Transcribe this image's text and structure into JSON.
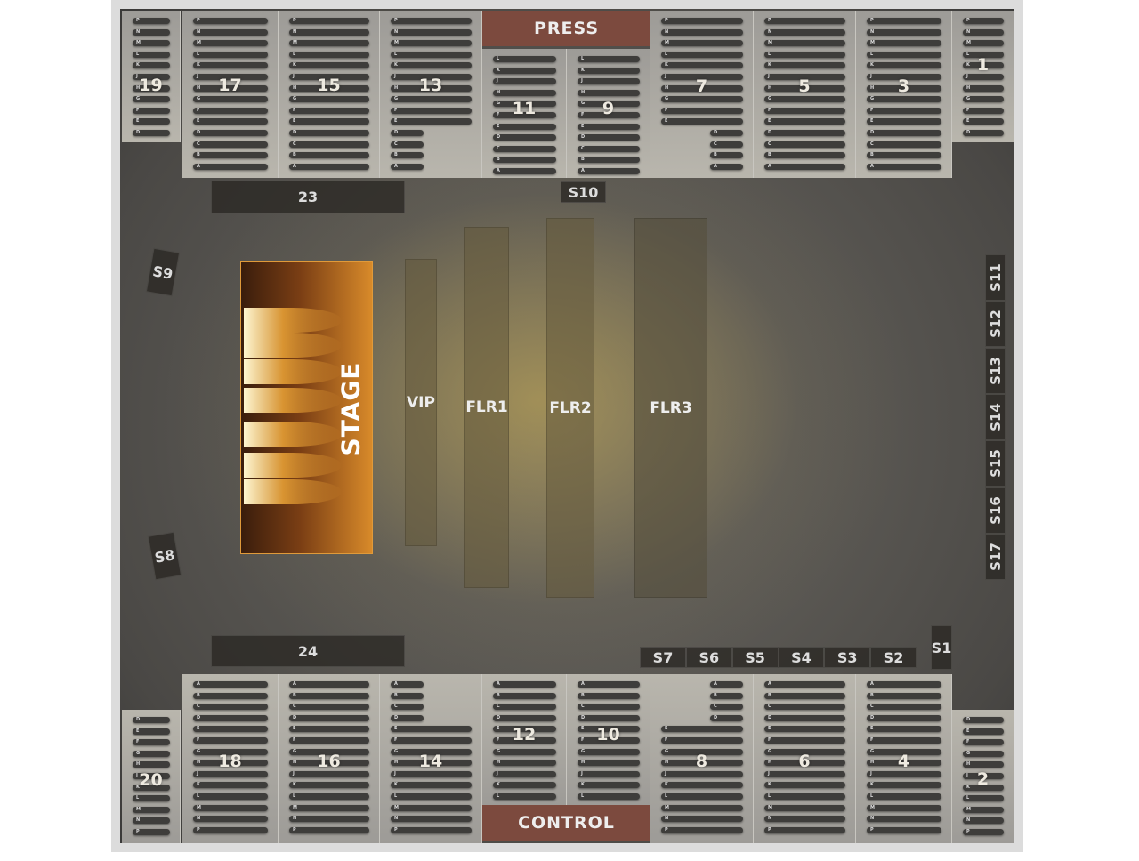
{
  "sections_top": [
    {
      "id": "19",
      "rows": [
        "P",
        "N",
        "M",
        "L",
        "K",
        "J",
        "H",
        "G",
        "F",
        "E",
        "D"
      ]
    },
    {
      "id": "17",
      "rows": [
        "P",
        "N",
        "M",
        "L",
        "K",
        "J",
        "H",
        "G",
        "F",
        "E",
        "D",
        "C",
        "B",
        "A"
      ]
    },
    {
      "id": "15",
      "rows": [
        "P",
        "N",
        "M",
        "L",
        "K",
        "J",
        "H",
        "G",
        "F",
        "E",
        "D",
        "C",
        "B",
        "A"
      ]
    },
    {
      "id": "13",
      "rows": [
        "P",
        "N",
        "M",
        "L",
        "K",
        "J",
        "H",
        "G",
        "F",
        "E",
        "D",
        "C",
        "B",
        "A"
      ]
    },
    {
      "id": "11",
      "rows": [
        "L",
        "K",
        "J",
        "H",
        "G",
        "F",
        "E",
        "D",
        "C",
        "B",
        "A"
      ]
    },
    {
      "id": "9",
      "rows": [
        "L",
        "K",
        "J",
        "H",
        "G",
        "F",
        "E",
        "D",
        "C",
        "B",
        "A"
      ]
    },
    {
      "id": "7",
      "rows": [
        "P",
        "N",
        "M",
        "L",
        "K",
        "J",
        "H",
        "G",
        "F",
        "E",
        "D",
        "C",
        "B",
        "A"
      ]
    },
    {
      "id": "5",
      "rows": [
        "P",
        "N",
        "M",
        "L",
        "K",
        "J",
        "H",
        "G",
        "F",
        "E",
        "D",
        "C",
        "B",
        "A"
      ]
    },
    {
      "id": "3",
      "rows": [
        "P",
        "N",
        "M",
        "L",
        "K",
        "J",
        "H",
        "G",
        "F",
        "E",
        "D",
        "C",
        "B",
        "A"
      ]
    },
    {
      "id": "1",
      "rows": [
        "P",
        "N",
        "M",
        "L",
        "K",
        "J",
        "H",
        "G",
        "F",
        "E",
        "D"
      ]
    }
  ],
  "sections_bottom": [
    {
      "id": "20",
      "rows": [
        "D",
        "E",
        "F",
        "G",
        "H",
        "J",
        "K",
        "L",
        "M",
        "N",
        "P"
      ]
    },
    {
      "id": "18",
      "rows": [
        "A",
        "B",
        "C",
        "D",
        "E",
        "F",
        "G",
        "H",
        "J",
        "K",
        "L",
        "M",
        "N",
        "P"
      ]
    },
    {
      "id": "16",
      "rows": [
        "A",
        "B",
        "C",
        "D",
        "E",
        "F",
        "G",
        "H",
        "J",
        "K",
        "L",
        "M",
        "N",
        "P"
      ]
    },
    {
      "id": "14",
      "rows": [
        "A",
        "B",
        "C",
        "D",
        "E",
        "F",
        "G",
        "H",
        "J",
        "K",
        "L",
        "M",
        "N",
        "P"
      ]
    },
    {
      "id": "12",
      "rows": [
        "A",
        "B",
        "C",
        "D",
        "E",
        "F",
        "G",
        "H",
        "J",
        "K",
        "L"
      ]
    },
    {
      "id": "10",
      "rows": [
        "A",
        "B",
        "C",
        "D",
        "E",
        "F",
        "G",
        "H",
        "J",
        "K",
        "L"
      ]
    },
    {
      "id": "8",
      "rows": [
        "A",
        "B",
        "C",
        "D",
        "E",
        "F",
        "G",
        "H",
        "J",
        "K",
        "L",
        "M",
        "N",
        "P"
      ]
    },
    {
      "id": "6",
      "rows": [
        "A",
        "B",
        "C",
        "D",
        "E",
        "F",
        "G",
        "H",
        "J",
        "K",
        "L",
        "M",
        "N",
        "P"
      ]
    },
    {
      "id": "4",
      "rows": [
        "A",
        "B",
        "C",
        "D",
        "E",
        "F",
        "G",
        "H",
        "J",
        "K",
        "L",
        "M",
        "N",
        "P"
      ]
    },
    {
      "id": "2",
      "rows": [
        "D",
        "E",
        "F",
        "G",
        "H",
        "J",
        "K",
        "L",
        "M",
        "N",
        "P"
      ]
    }
  ],
  "press": "PRESS",
  "control": "CONTROL",
  "stage": "STAGE",
  "floor": {
    "vip": "VIP",
    "flr1": "FLR1",
    "flr2": "FLR2",
    "flr3": "FLR3"
  },
  "boxes": {
    "s23": "23",
    "s24": "24",
    "s10": "S10",
    "s9": "S9",
    "s8": "S8",
    "s1": "S1"
  },
  "side_right": [
    "S11",
    "S12",
    "S13",
    "S14",
    "S15",
    "S16",
    "S17"
  ],
  "side_bottom": [
    "S7",
    "S6",
    "S5",
    "S4",
    "S3",
    "S2"
  ],
  "colors": {
    "press_control": "#7c4a3e",
    "stage": "#d88a2a",
    "floor_glow": "#cdaf50"
  }
}
